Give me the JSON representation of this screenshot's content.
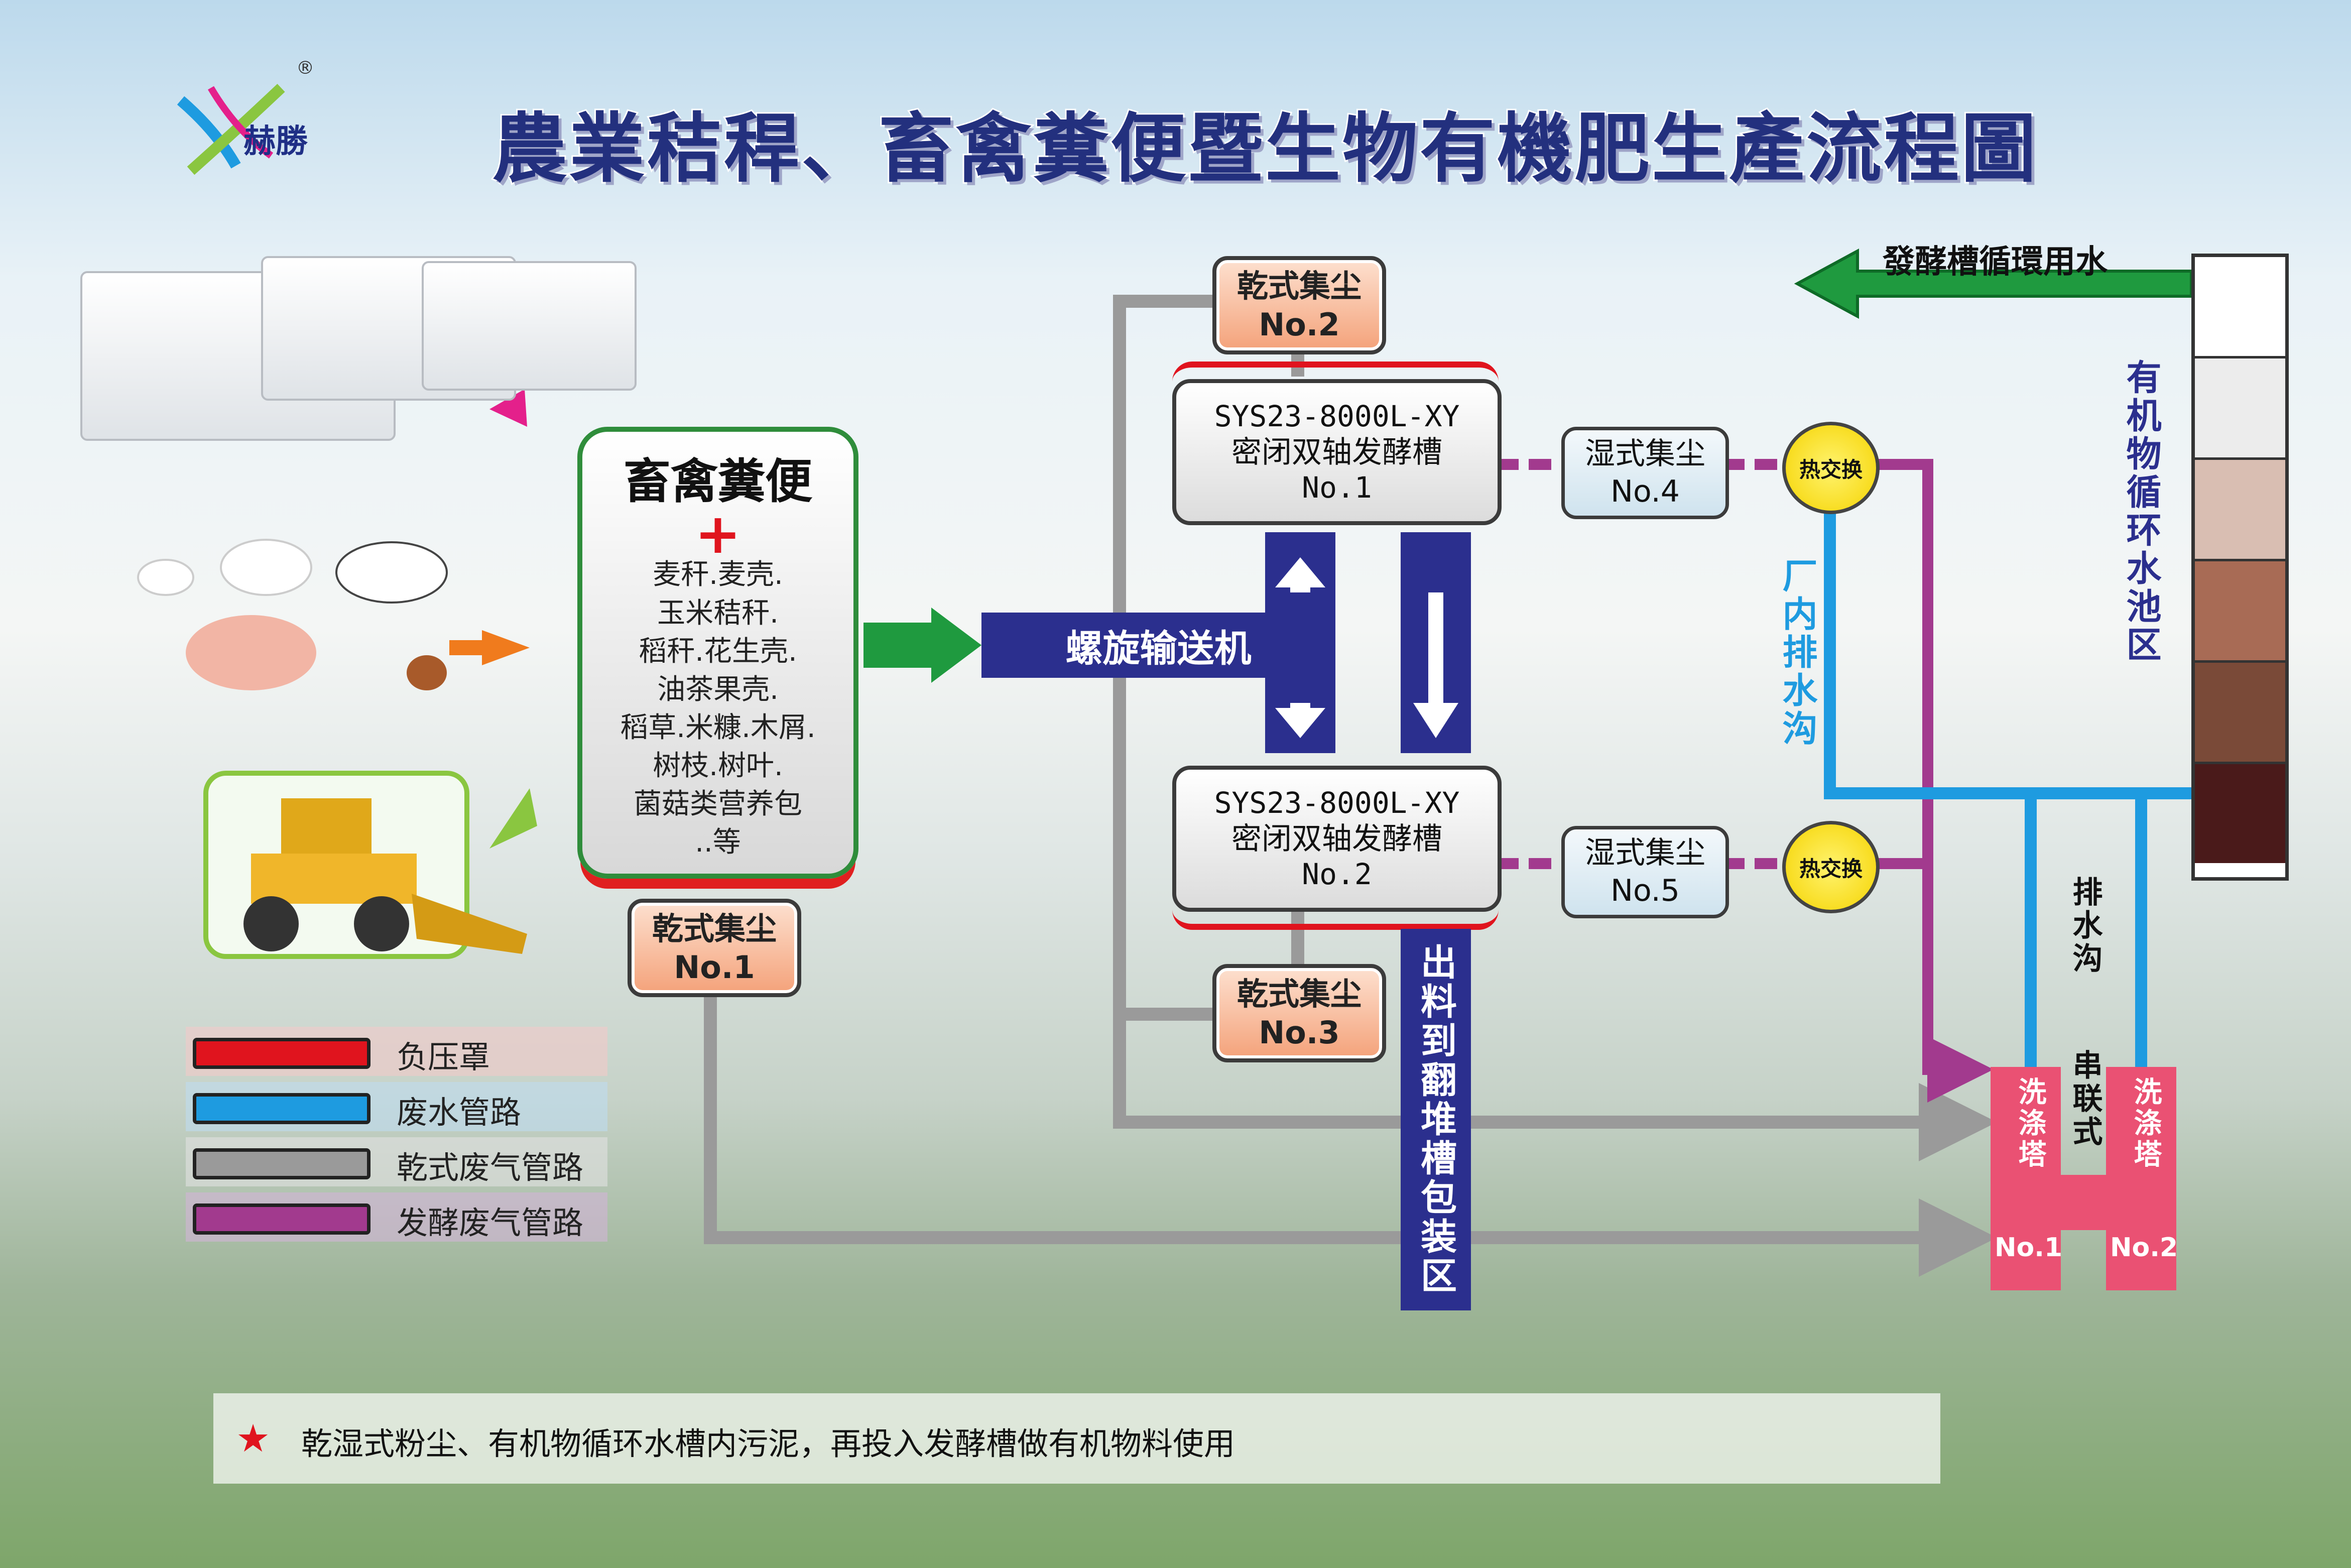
{
  "title": "農業秸稈、畜禽糞便暨生物有機肥生產流程圖",
  "logo": {
    "name": "赫勝",
    "mark": "®"
  },
  "feed": {
    "head": "畜禽糞便",
    "plus": "+",
    "materials": [
      "麦秆.麦壳.",
      "玉米秸秆.",
      "稻秆.花生壳.",
      "油茶果壳.",
      "稻草.米糠.木屑.",
      "树枝.树叶.",
      "菌菇类营养包",
      "..等"
    ]
  },
  "screw_conveyor": "螺旋输送机",
  "tanks": [
    {
      "model": "SYS23-8000L-XY",
      "name": "密闭双轴发酵槽",
      "no": "No.1"
    },
    {
      "model": "SYS23-8000L-XY",
      "name": "密闭双轴发酵槽",
      "no": "No.2"
    }
  ],
  "dry_collectors": [
    {
      "label": "乾式集尘",
      "no": "No.1"
    },
    {
      "label": "乾式集尘",
      "no": "No.2"
    },
    {
      "label": "乾式集尘",
      "no": "No.3"
    }
  ],
  "wet_collectors": [
    {
      "label": "湿式集尘",
      "no": "No.4"
    },
    {
      "label": "湿式集尘",
      "no": "No.5"
    }
  ],
  "heat_exchange": "热交换",
  "output_area": "出料到翻堆槽包装区",
  "recycle_water": "發酵槽循環用水",
  "pool_label": "有机物循环水池区",
  "plant_drain": "厂内排水沟",
  "drain": "排水沟",
  "series": "串联式",
  "towers": [
    {
      "label": "洗涤塔",
      "no": "No.1"
    },
    {
      "label": "洗涤塔",
      "no": "No.2"
    }
  ],
  "legend": [
    {
      "label": "负压罩",
      "color": "#e0141e"
    },
    {
      "label": "废水管路",
      "color": "#1e9be0"
    },
    {
      "label": "乾式废气管路",
      "color": "#9a9a9a"
    },
    {
      "label": "发酵废气管路",
      "color": "#a23a8e"
    }
  ],
  "note": {
    "star": "★",
    "text": "乾湿式粉尘、有机物循环水槽内污泥，再投入发酵槽做有机物料使用"
  },
  "colors": {
    "title": "#23307e",
    "conveyor": "#2b2f8e",
    "tower": "#ea5173",
    "arrow_green": "#1f9a3f"
  }
}
